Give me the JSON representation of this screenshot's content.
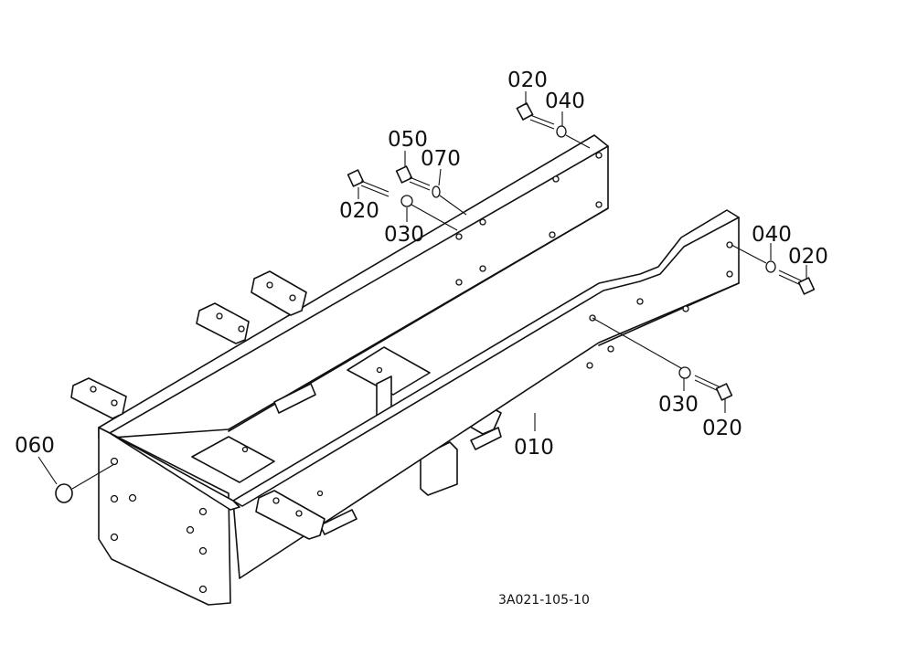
{
  "callouts": {
    "rear_bolt_020": "020",
    "rear_washer_040": "040",
    "bolt_050": "050",
    "washer_070": "070",
    "bolt_020_left": "020",
    "washer_030_left": "030",
    "right_washer_040": "040",
    "right_bolt_020": "020",
    "frame_010": "010",
    "washer_030_front": "030",
    "bolt_020_front": "020",
    "plug_060": "060"
  },
  "drawing_code": "3A021-105-10"
}
